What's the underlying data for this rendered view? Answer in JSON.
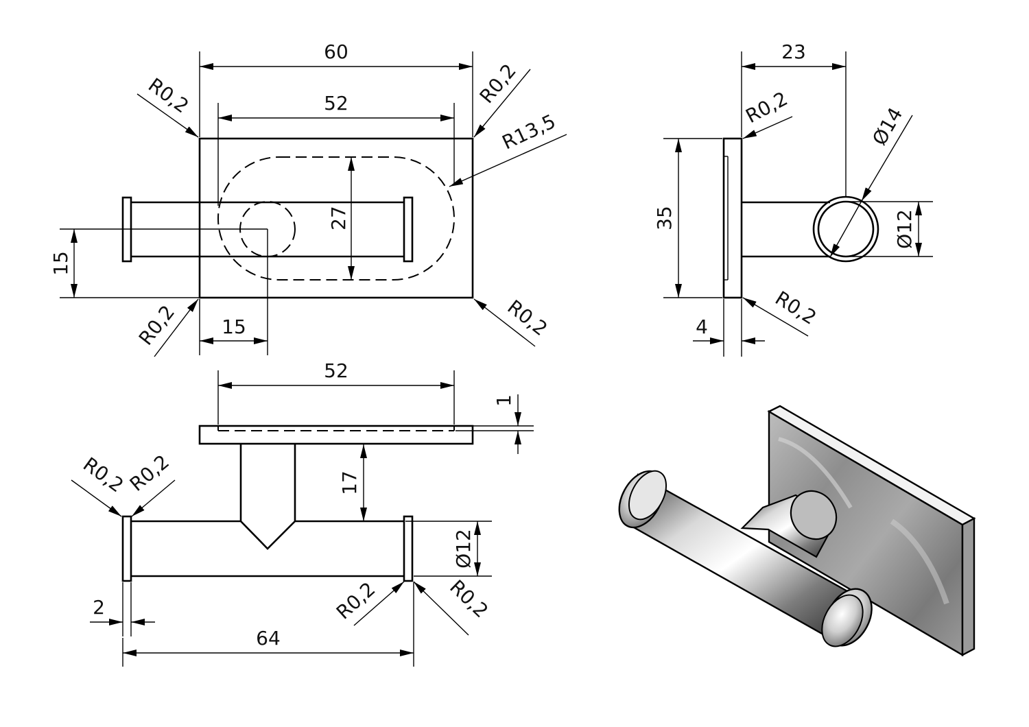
{
  "dimensions": {
    "top_view": {
      "width_outer": "60",
      "width_inner": "52",
      "slot_height": "27",
      "rod_offset_v": "15",
      "rod_offset_h": "15",
      "slot_radius": "R13,5",
      "corner_tl": "R0,2",
      "corner_tr": "R0,2",
      "corner_bl": "R0,2",
      "corner_br": "R0,2"
    },
    "side_view": {
      "depth": "23",
      "height": "35",
      "plate_thickness": "4",
      "outer_diameter": "Ø14",
      "inner_diameter": "Ø12",
      "corner_top": "R0,2",
      "corner_bottom": "R0,2"
    },
    "front_view": {
      "recess_width": "52",
      "recess_depth": "1",
      "stem_length": "17",
      "rod_diameter": "Ø12",
      "cap_thickness": "2",
      "rod_length": "64",
      "corner_ul_1": "R0,2",
      "corner_ul_2": "R0,2",
      "corner_lr_1": "R0,2",
      "corner_lr_2": "R0,2"
    }
  }
}
